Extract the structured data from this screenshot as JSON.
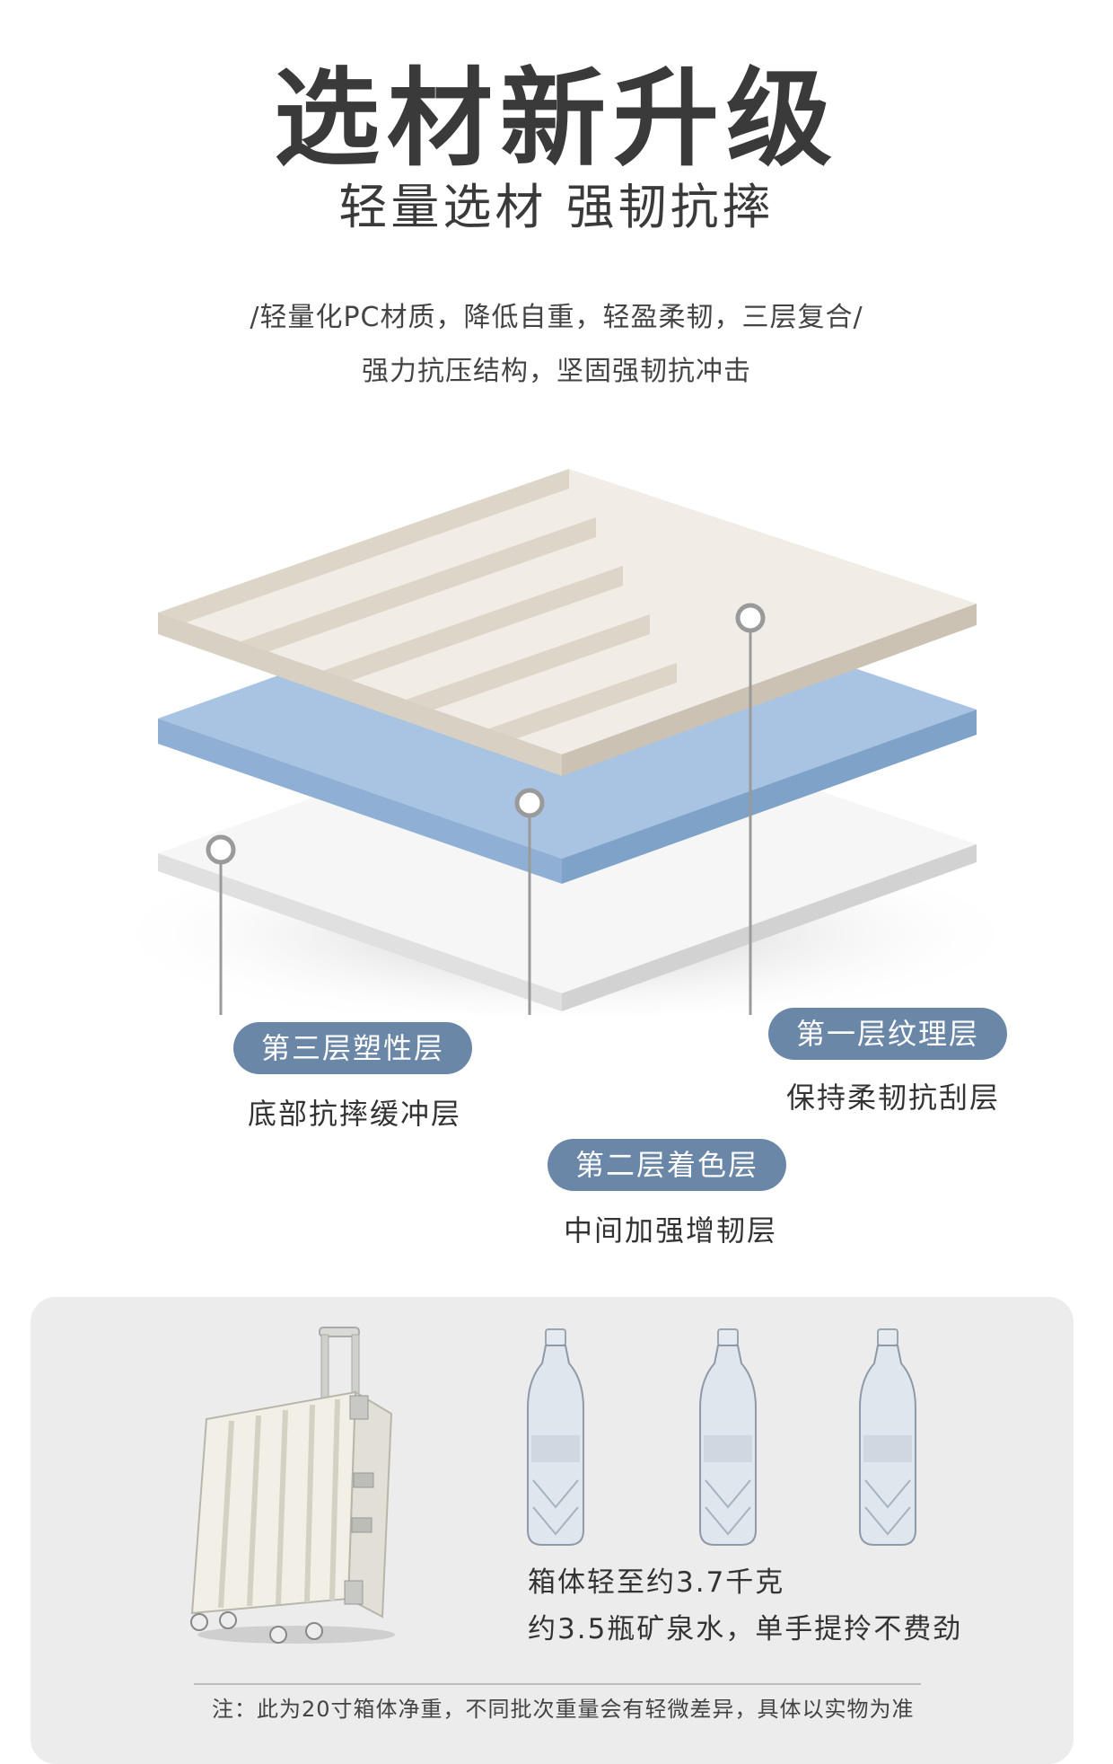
{
  "header": {
    "title": "选材新升级",
    "subtitle": "轻量选材 强韧抗摔"
  },
  "description": {
    "line1": "/轻量化PC材质，降低自重，轻盈柔韧，三层复合/",
    "line2": "强力抗压结构，坚固强韧抗冲击"
  },
  "layers": [
    {
      "tag": "第一层纹理层",
      "caption": "保持柔韧抗刮层"
    },
    {
      "tag": "第二层着色层",
      "caption": "中间加强增韧层"
    },
    {
      "tag": "第三层塑性层",
      "caption": "底部抗摔缓冲层"
    }
  ],
  "colors": {
    "tag_bg": "#6b87a8",
    "layer_top": "#e3ddd2",
    "layer_mid": "#a7c2e0",
    "layer_bottom": "#f3f3f3",
    "panel_bg": "#ececec"
  },
  "weight_panel": {
    "line1": "箱体轻至约3.7千克",
    "line2": "约3.5瓶矿泉水，单手提拎不费劲",
    "footnote": "注：此为20寸箱体净重，不同批次重量会有轻微差异，具体以实物为准"
  }
}
